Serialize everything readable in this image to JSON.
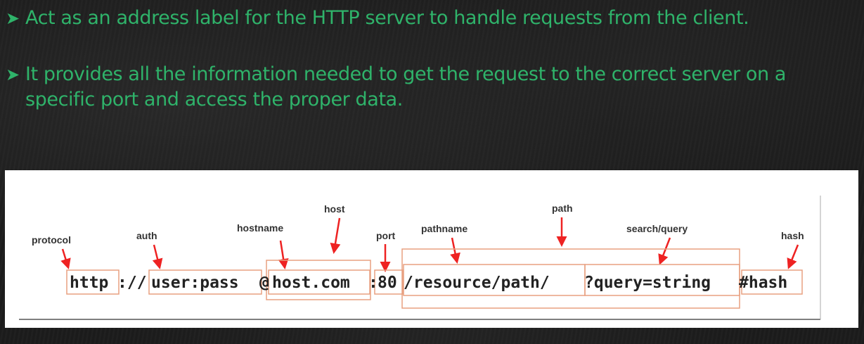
{
  "bullets": [
    {
      "marker": "➤",
      "text": "Act as an address label for the HTTP server to handle requests from the client."
    },
    {
      "marker": "➤",
      "text": "It provides all the information needed to get the request to the correct server on a specific port and access the proper data."
    }
  ],
  "diagram": {
    "url_parts": {
      "protocol": "http",
      "separator": "://",
      "auth": "user:pass",
      "at": "@",
      "host": "host.com",
      "colon": ":",
      "port": "80",
      "pathname": "/resource/path/",
      "query": "?query=string",
      "hash": "#hash"
    },
    "labels": {
      "protocol": "protocol",
      "auth": "auth",
      "hostname": "hostname",
      "host": "host",
      "port": "port",
      "pathname": "pathname",
      "path": "path",
      "search": "search/query",
      "hash": "hash"
    },
    "colors": {
      "bullet_text": "#2fb36a",
      "box_stroke": "#e8a080",
      "arrow": "#ee2222"
    }
  }
}
